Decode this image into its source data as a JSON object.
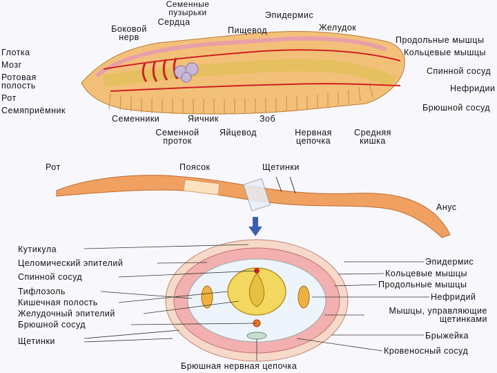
{
  "top": {
    "labels_top": [
      "Семенные пузырьки",
      "Сердца",
      "Боковой нерв",
      "Эпидермис",
      "Пищевод",
      "Желудок"
    ],
    "seminal_vesicles": "Семенные\nпузырьки",
    "hearts": "Сердца",
    "lateral_nerve": "Боковой\nнерв",
    "epidermis": "Эпидермис",
    "esophagus": "Пищевод",
    "stomach": "Желудок",
    "pharynx": "Глотка",
    "brain": "Мозг",
    "oral_cavity": "Ротовая\nполость",
    "mouth": "Рот",
    "spermatheca": "Семяприёмник",
    "longitudinal_muscles": "Продольные мышцы",
    "ring_muscles": "Кольцевые мышцы",
    "dorsal_vessel": "Спинной сосуд",
    "nephridia": "Нефридии",
    "ventral_vessel": "Брюшной сосуд",
    "testes": "Семенники",
    "ovary": "Яичник",
    "crop": "Зоб",
    "sperm_duct": "Семенной\nпроток",
    "oviduct": "Яйцевод",
    "nerve_chain": "Нервная\nцепочка",
    "midgut": "Средняя\nкишка"
  },
  "middle": {
    "mouth": "Рот",
    "clitellum": "Поясок",
    "setae": "Щетинки",
    "anus": "Анус"
  },
  "bottom": {
    "cuticle": "Кутикула",
    "coelom_epithelium": "Целомический эпителий",
    "dorsal_vessel": "Спинной сосуд",
    "typhlosole": "Тифлозоль",
    "gut_cavity": "Кишечная полость",
    "gastric_epithelium": "Желудочный эпителий",
    "ventral_vessel": "Брюшной сосуд",
    "setae": "Щетинки",
    "epidermis": "Эпидермис",
    "ring_muscles": "Кольцевые мышцы",
    "longitudinal_muscles": "Продольные мышцы",
    "nephridium": "Нефридий",
    "setae_muscles": "Мышцы, управляющие\nщетинками",
    "mesentery": "Брыжейка",
    "blood_vessel": "Кровеносный сосуд",
    "ventral_nerve_cord": "Брюшная нервная цепочка"
  },
  "colors": {
    "body": "#f0b060",
    "muscle": "#e8a0a0",
    "vessel": "#d02020",
    "gut": "#e0b040",
    "arrow": "#3a5fb0"
  }
}
